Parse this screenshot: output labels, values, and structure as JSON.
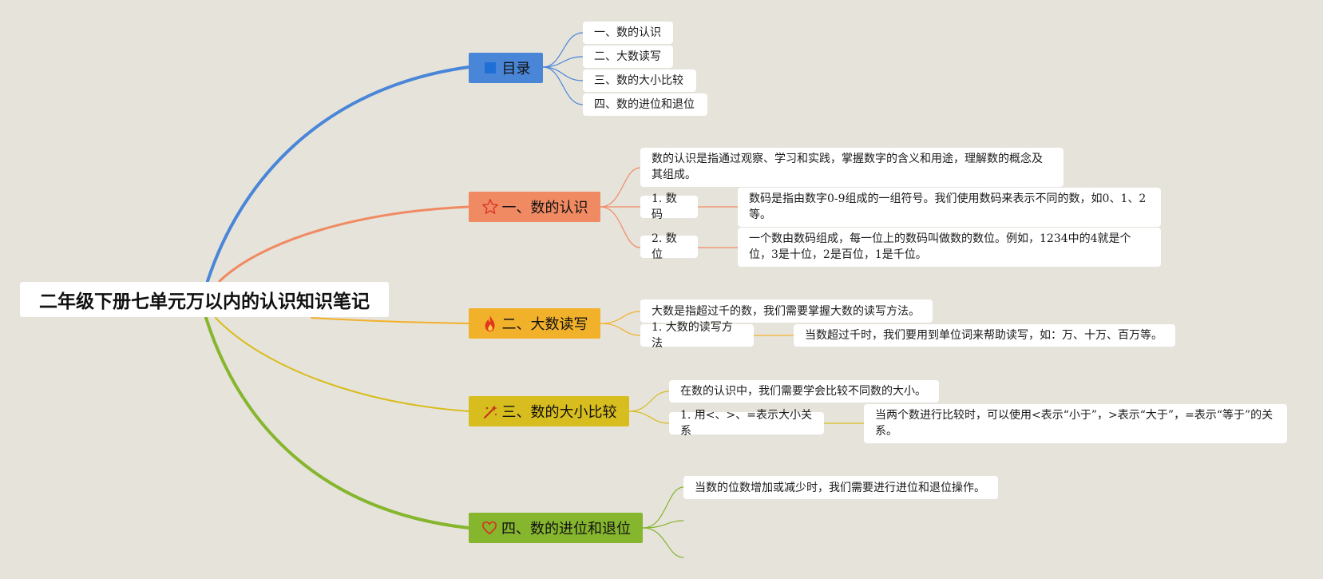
{
  "root": {
    "title": "二年级下册七单元万以内的认识知识笔记"
  },
  "colors": {
    "toc": "#4a86d8",
    "b1": "#f08a62",
    "b2": "#f2b12a",
    "b3": "#d8bd1e",
    "b4": "#86b52e",
    "background": "#e6e3db"
  },
  "branches": {
    "toc": {
      "label": "目录",
      "icon": "flag-icon",
      "items": [
        "一、数的认识",
        "二、大数读写",
        "三、数的大小比较",
        "四、数的进位和退位"
      ]
    },
    "b1": {
      "label": "一、数的认识",
      "icon": "star-icon",
      "intro": "数的认识是指通过观察、学习和实践，掌握数字的含义和用途，理解数的概念及其组成。",
      "sub1": {
        "label": "1. 数码",
        "detail": "数码是指由数字0-9组成的一组符号。我们使用数码来表示不同的数，如0、1、2等。"
      },
      "sub2": {
        "label": "2. 数位",
        "detail": "一个数由数码组成，每一位上的数码叫做数的数位。例如，1234中的4就是个位，3是十位，2是百位，1是千位。"
      }
    },
    "b2": {
      "label": "二、大数读写",
      "icon": "fire-icon",
      "intro": "大数是指超过千的数，我们需要掌握大数的读写方法。",
      "sub1": {
        "label": "1. 大数的读写方法",
        "detail": "当数超过千时，我们要用到单位词来帮助读写，如：万、十万、百万等。"
      }
    },
    "b3": {
      "label": "三、数的大小比较",
      "icon": "magic-wand-icon",
      "intro": "在数的认识中，我们需要学会比较不同数的大小。",
      "sub1": {
        "label": "1. 用<、>、=表示大小关系",
        "detail": "当两个数进行比较时，可以使用<表示“小于”，>表示“大于”，=表示“等于”的关系。"
      }
    },
    "b4": {
      "label": "四、数的进位和退位",
      "icon": "heart-icon",
      "intro": "当数的位数增加或减少时，我们需要进行进位和退位操作。"
    }
  }
}
